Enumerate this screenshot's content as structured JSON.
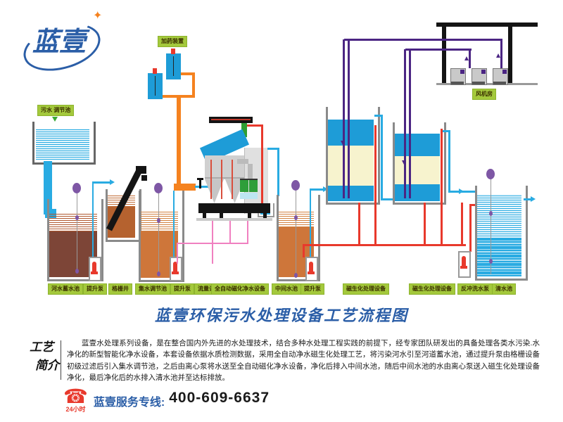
{
  "poster": {
    "logo": {
      "text": "蓝壹",
      "star": "✦"
    },
    "diagram": {
      "top_labels": {
        "inlet": "污水 调节池",
        "dosing": "加药装置",
        "fan_room": "风机房"
      },
      "bottom_labels": [
        "河水蓄水池",
        "提升泵",
        "格栅井",
        "集水调节池",
        "提升泵",
        "流量计",
        "全自动磁化净水设备",
        "中间水池",
        "提升泵",
        "磁生化处理设备",
        "磁生化处理设备",
        "反冲洗水泵",
        "清水池"
      ]
    },
    "title": "蓝壹环保污水处理设备工艺流程图",
    "intro": {
      "heading": [
        "工艺",
        "简介"
      ],
      "body": "蓝壹水处理系列设备，是在整合国内外先进的水处理技术，结合多种水处理工程实践的前提下，经专家团队研发出的具备处理各类水污染.水净化的新型智能化净水设备，本套设备依据水质检测数据，采用全自动净水磁生化处理工艺，将污染河水引至河道蓄水池，通过提升泵由格栅设备初级过滤后引入集水调节池，之后由离心泵将水送至全自动磁化净水设备，净化后排入中间水池，随后中间水池的水由离心泵送入磁生化处理设备净化，最后净化后的水排入清水池并至达标排放。"
    },
    "hotline": {
      "badge": "24小时",
      "label": "蓝壹服务专线:",
      "number": "400-609-6637"
    },
    "colors": {
      "label_bg": "#A4C93C",
      "pipe_blue": "#29ABE2",
      "pipe_red": "#E8392C",
      "pipe_purple": "#4B2583",
      "pipe_orange": "#F5821F",
      "pipe_pink": "#F080C0",
      "title_blue": "#2B5EA7",
      "tank_blue": "#1E9CD7",
      "tank_cream": "#F7F3CE",
      "water_brown": "#7D4537",
      "water_orange": "#CE763A"
    }
  }
}
